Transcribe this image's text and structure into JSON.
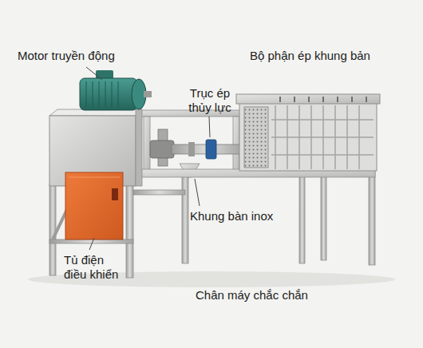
{
  "diagram": {
    "labels": [
      "Motor truyền động",
      "Trục ép thủy lực",
      "Bộ phận ép khung bản",
      "Tủ điện điều khiển",
      "Khung bàn inox",
      "Chân máy chắc chắn"
    ]
  }
}
